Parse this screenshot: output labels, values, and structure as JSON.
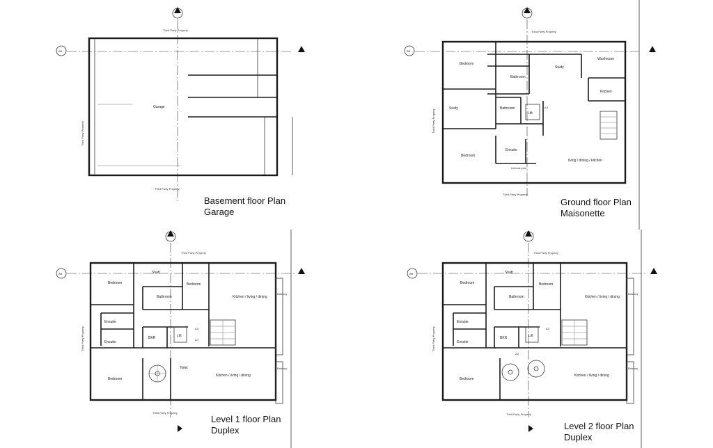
{
  "plans": {
    "basement": {
      "caption_line1": "Basement floor Plan",
      "caption_line2": "Garage",
      "room": "Garage",
      "tp_top": "Third Party Property",
      "tp_left": "Third Party Property",
      "tp_bottom": "Third Party Property"
    },
    "ground": {
      "caption_line1": "Ground floor Plan",
      "caption_line2": "Maisonette",
      "tp_top": "Third Party Property",
      "tp_left": "Third Party Property",
      "tp_bottom": "Third Party Property",
      "rooms": {
        "bedroom1": "Bedroom",
        "bathroom1": "Bathroom",
        "study": "Study",
        "washroom": "Washroom",
        "kitchen": "Kitchen",
        "study2": "Study",
        "bathroom2": "Bathroom",
        "lift": "Lift",
        "bedroom2": "Bedroom",
        "ensuite": "Ensuite",
        "living": "living / dining / kitchen",
        "internal_yard": "Internal yard",
        "a3": "A3"
      }
    },
    "level1": {
      "caption_line1": "Level 1 floor Plan",
      "caption_line2": "Duplex",
      "tp_top": "Third Party Property",
      "tp_left": "Third Party Property",
      "tp_bottom": "Third Party Property",
      "rooms": {
        "bedroom1": "Bedroom",
        "shaft": "Shaft",
        "bedroom2": "Bedroom",
        "kitchen_top": "Kitchen / living / dining",
        "balcony_top": "Balcony",
        "bathroom": "Bathroom",
        "ensuite1": "Ensuite",
        "ensuite2": "Ensuite",
        "bkr": "BKR",
        "lift": "Lift",
        "a3": "A3",
        "a4": "A4",
        "bedroom3": "Bedroom",
        "toilet": "Toilet",
        "kitchen_bottom": "Kitchen / living / dining",
        "balcony_bottom": "Balcony"
      }
    },
    "level2": {
      "caption_line1": "Level 2 floor Plan",
      "caption_line2": "Duplex",
      "tp_top": "Third Party Property",
      "tp_left": "Third Party Property",
      "tp_bottom": "Third Party Property",
      "rooms": {
        "bedroom1": "Bedroom",
        "shaft": "Shaft",
        "bedroom2": "Bedroom",
        "kitchen_top": "Kitchen / living / dining",
        "balcony_top": "Balcony",
        "bathroom": "Bathroom",
        "ensuite1": "Ensuite",
        "ensuite2": "Ensuite",
        "bkr": "BKR",
        "lift": "Lift",
        "a3": "A3",
        "a4": "A4",
        "bedroom3": "Bedroom",
        "kitchen_bottom": "Kitchen / living / dining",
        "balcony_bottom": "Balcony"
      }
    }
  },
  "section_marker": "BB"
}
